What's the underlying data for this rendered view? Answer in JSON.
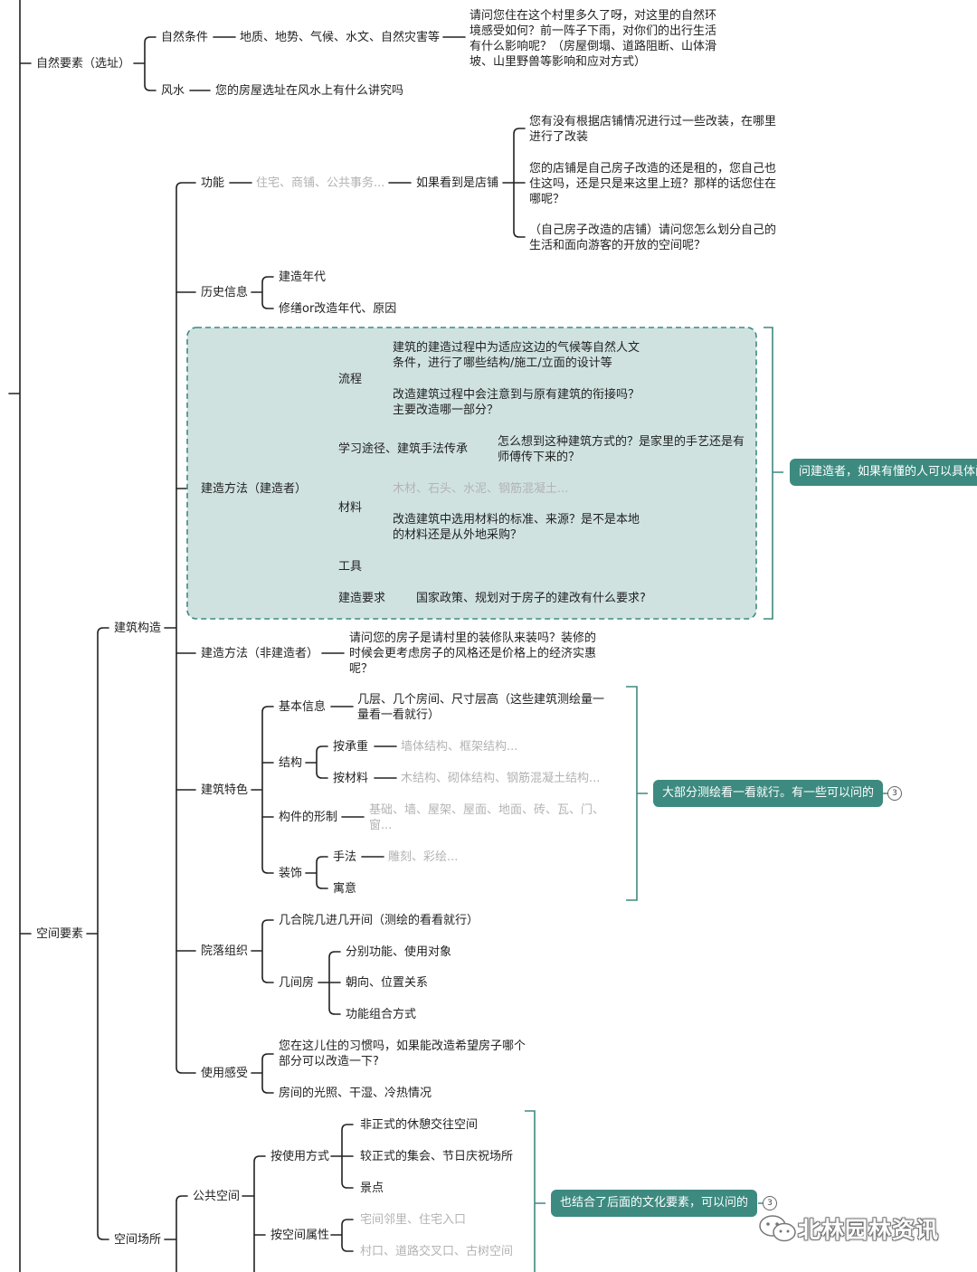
{
  "nodes": {
    "nature": "自然要素（选址）",
    "nature_cond": "自然条件",
    "nature_cond_detail": "地质、地势、气候、水文、自然灾害等",
    "nature_q": "请问您住在这个村里多久了呀，对这里的自然环境感受如何？前一阵子下雨，对你们的出行生活有什么影响呢？（房屋倒塌、道路阻断、山体滑坡、山里野兽等影响和应对方式）",
    "fengshui": "风水",
    "fengshui_q": "您的房屋选址在风水上有什么讲究吗",
    "space": "空间要素",
    "arch": "建筑构造",
    "func": "功能",
    "func_hint": "住宅、商铺、公共事务...",
    "func_shop": "如果看到是店铺",
    "func_q1": "您有没有根据店铺情况进行过一些改装，在哪里进行了改装",
    "func_q2": "您的店铺是自己房子改造的还是租的，您自己也住这吗，还是只是来这里上班？那样的话您住在哪呢？",
    "func_q3": "（自己房子改造的店铺）请问您怎么划分自己的生活和面向游客的开放的空间呢？",
    "history": "历史信息",
    "history_year": "建造年代",
    "history_repair": "修缮or改造年代、原因",
    "method_builder": "建造方法（建造者）",
    "process": "流程",
    "process_q1": "建筑的建造过程中为适应这边的气候等自然人文条件，进行了哪些结构/施工/立面的设计等",
    "process_q2": "改造建筑过程中会注意到与原有建筑的衔接吗？主要改造哪一部分？",
    "learn": "学习途径、建筑手法传承",
    "learn_q": "怎么想到这种建筑方式的？是家里的手艺还是有师傅传下来的？",
    "material": "材料",
    "material_hint": "木材、石头、水泥、钢筋混凝土...",
    "material_q": "改造建筑中选用材料的标准、来源？是不是本地的材料还是从外地采购？",
    "tool": "工具",
    "require": "建造要求",
    "require_q": "国家政策、规划对于房子的建改有什么要求?",
    "method_nonbuilder": "建造方法（非建造者）",
    "nonbuilder_q": "请问您的房子是请村里的装修队来装吗？装修的时候会更考虑房子的风格还是价格上的经济实惠呢？",
    "feature": "建筑特色",
    "basic": "基本信息",
    "basic_q": "几层、几个房间、尺寸层高（这些建筑测绘量一量看一看就行）",
    "struct": "结构",
    "by_load": "按承重",
    "by_load_hint": "墙体结构、框架结构...",
    "by_material": "按材料",
    "by_material_hint": "木结构、砌体结构、钢筋混凝土结构...",
    "component": "构件的形制",
    "component_hint": "基础、墙、屋架、屋面、地面、砖、瓦、门、窗...",
    "decor": "装饰",
    "technique": "手法",
    "technique_hint": "雕刻、彩绘...",
    "meaning": "寓意",
    "courtyard": "院落组织",
    "courtyard_1": "几合院几进几开间（测绘的看看就行）",
    "rooms": "几间房",
    "rooms_1": "分别功能、使用对象",
    "rooms_2": "朝向、位置关系",
    "rooms_3": "功能组合方式",
    "usage": "使用感受",
    "usage_q1": "您在这儿住的习惯吗，如果能改造希望房子哪个部分可以改造一下?",
    "usage_q2": "房间的光照、干湿、冷热情况",
    "place": "空间场所",
    "public": "公共空间",
    "by_use": "按使用方式",
    "use_1": "非正式的休憩交往空间",
    "use_2": "较正式的集会、节日庆祝场所",
    "use_3": "景点",
    "by_attr": "按空间属性",
    "attr_1": "宅间邻里、住宅入口",
    "attr_2": "村口、道路交叉口、古树空间"
  },
  "callouts": {
    "builder": "问建造者，如果有懂的人可以具体问",
    "survey": "大部分测绘看一看就行。有一些可以问的",
    "culture": "也结合了后面的文化要素，可以问的"
  },
  "badges": {
    "survey": "3",
    "culture": "3"
  },
  "watermark": "北林园林资讯"
}
